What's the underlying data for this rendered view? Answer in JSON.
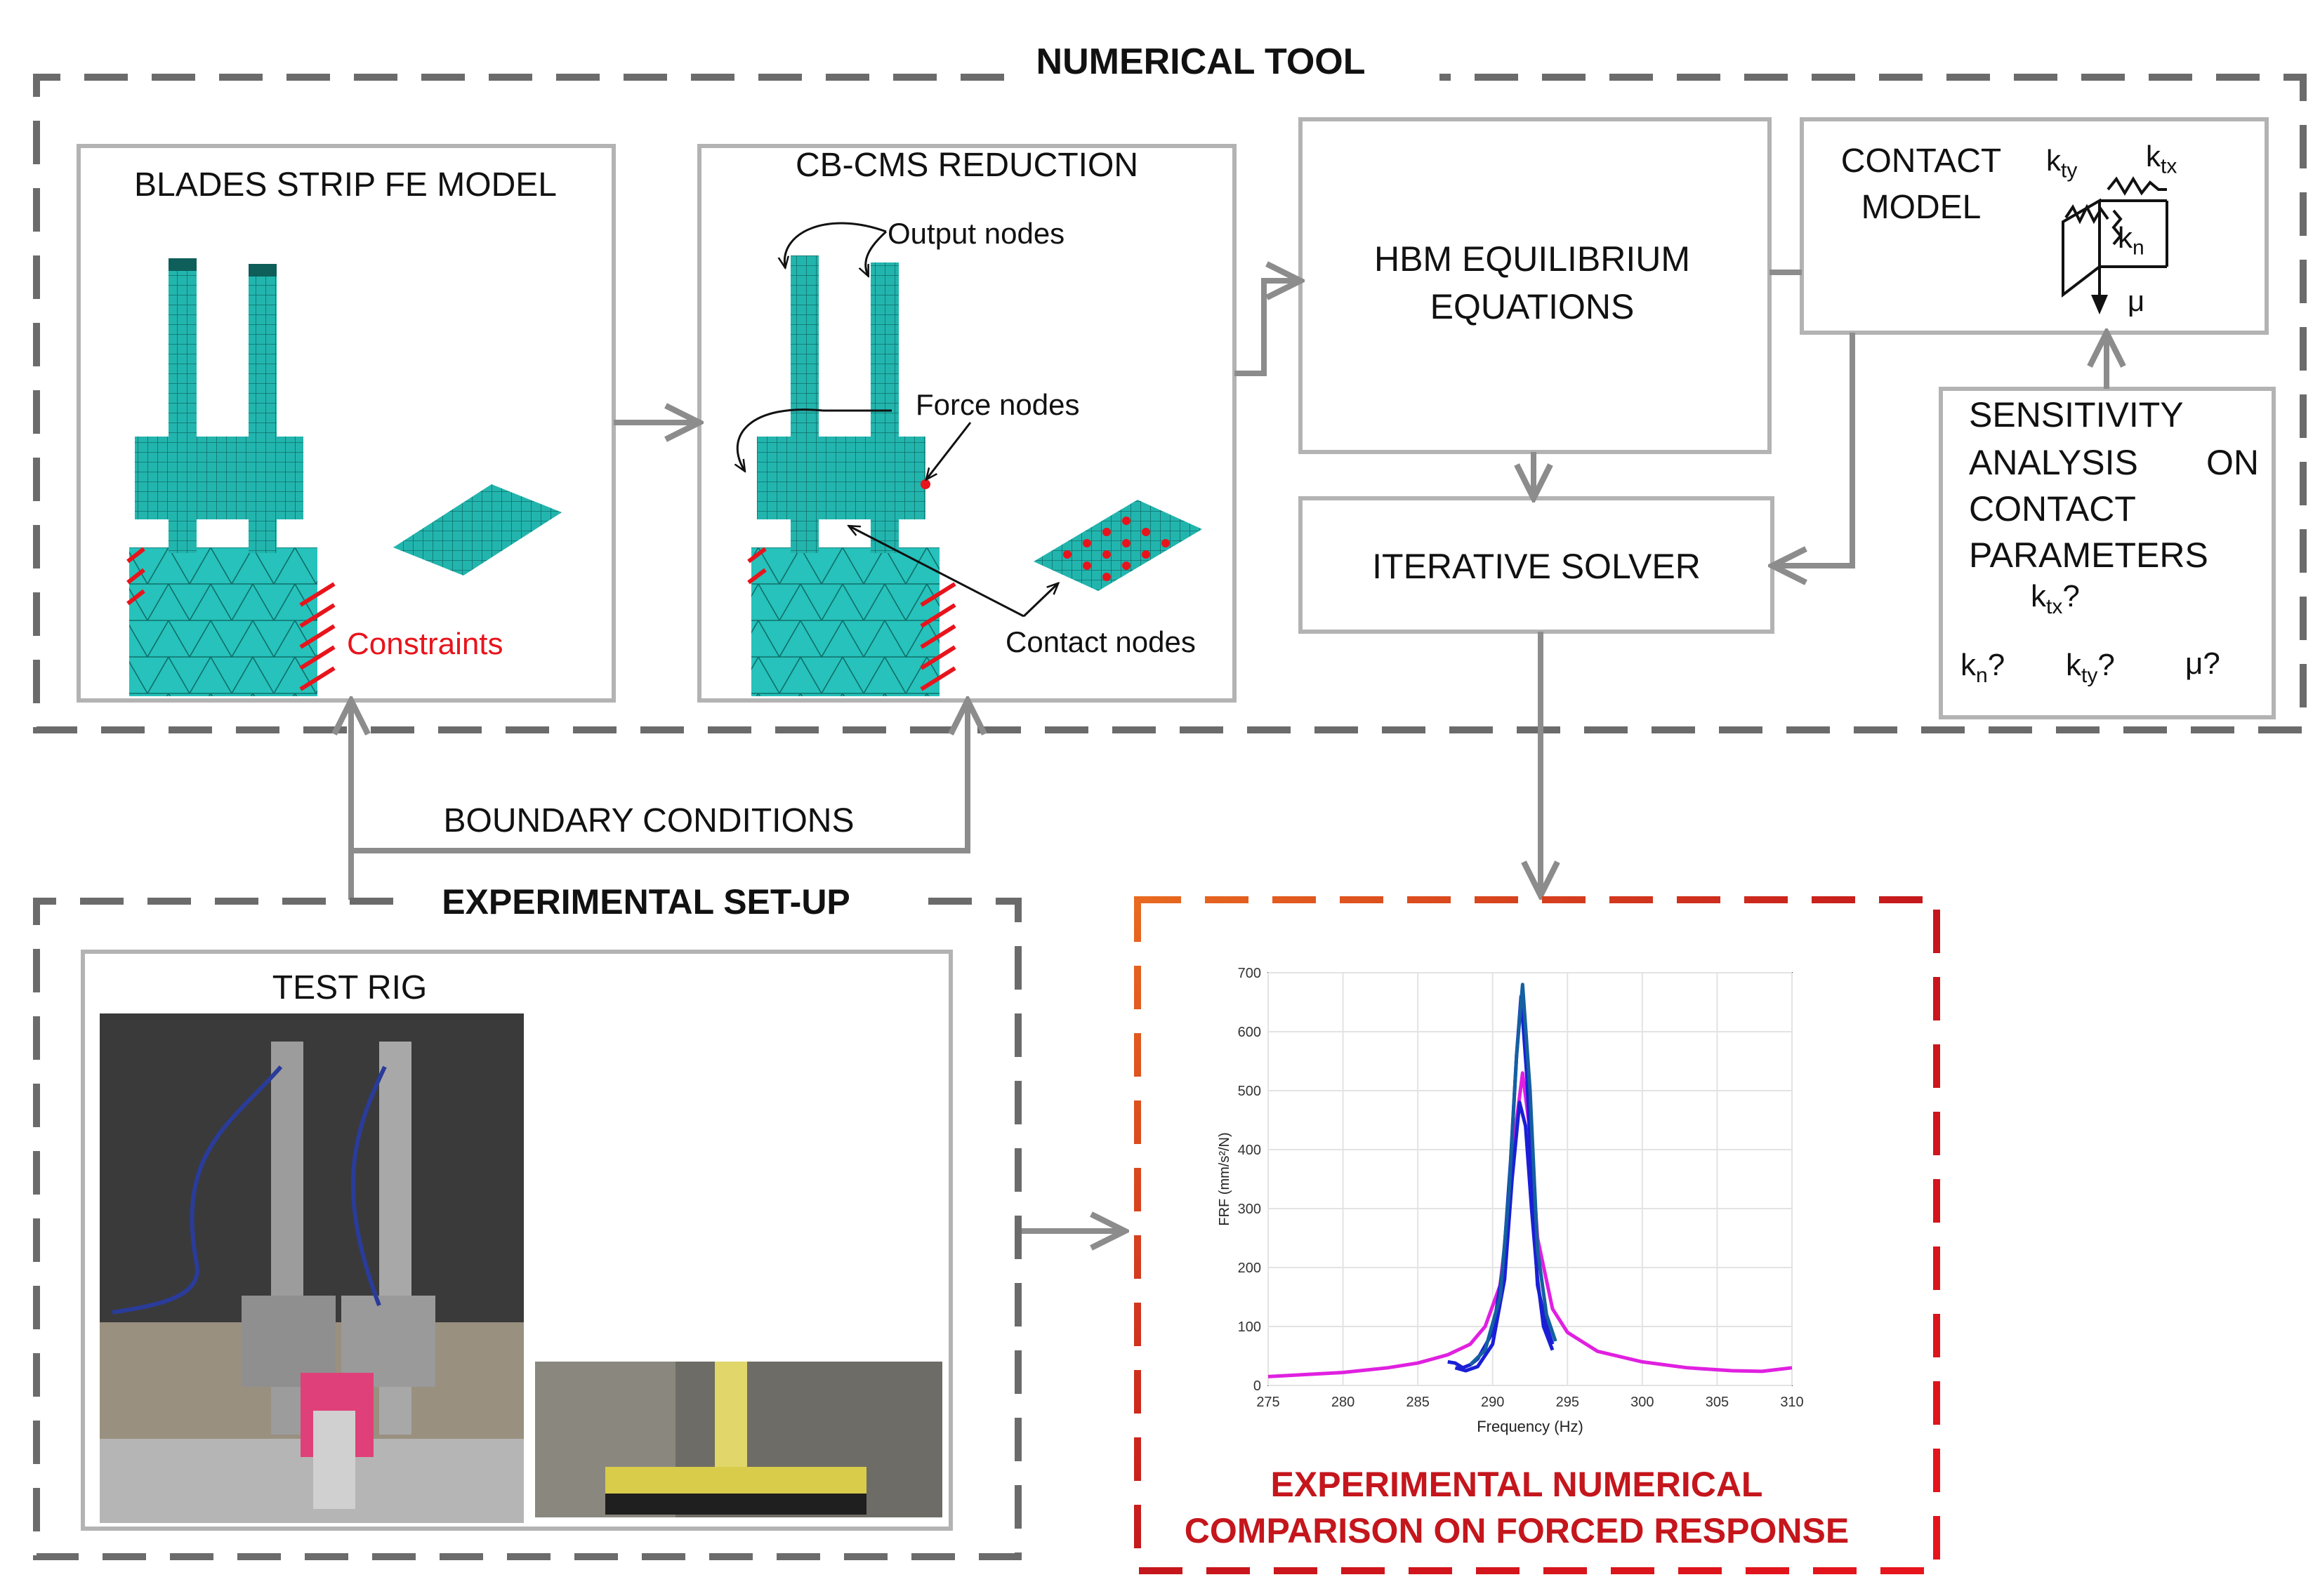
{
  "numerical_tool": {
    "title": "NUMERICAL TOOL"
  },
  "fe_model": {
    "title": "BLADES STRIP FE MODEL",
    "constraints_label": "Constraints"
  },
  "cbcms": {
    "title": "CB-CMS REDUCTION",
    "output_nodes": "Output nodes",
    "force_nodes": "Force nodes",
    "contact_nodes": "Contact nodes"
  },
  "hbm": {
    "line1": "HBM EQUILIBRIUM",
    "line2": "EQUATIONS"
  },
  "contact_model": {
    "line1": "CONTACT",
    "line2": "MODEL",
    "kty": "k",
    "kty_sub": "ty",
    "ktx": "k",
    "ktx_sub": "tx",
    "kn": "k",
    "kn_sub": "n",
    "mu": "μ"
  },
  "solver": {
    "label": "ITERATIVE SOLVER"
  },
  "sensitivity": {
    "line1": "SENSITIVITY",
    "line2a": "ANALYSIS",
    "line2b": "ON",
    "line3": "CONTACT",
    "line4": "PARAMETERS",
    "q_ktx": "k",
    "q_ktx_sub": "tx",
    "q_kn": "k",
    "q_kn_sub": "n",
    "q_kty": "k",
    "q_kty_sub": "ty",
    "q_mu": "μ",
    "q": "?"
  },
  "boundary": {
    "label": "BOUNDARY CONDITIONS"
  },
  "experimental": {
    "title": "EXPERIMENTAL SET-UP",
    "test_rig": "TEST RIG"
  },
  "comparison": {
    "line1": "EXPERIMENTAL NUMERICAL",
    "line2": "COMPARISON ON FORCED RESPONSE"
  },
  "colors": {
    "box_border": "#b3b3b3",
    "dash_gray": "#6b6b6b",
    "mesh": "#20b3ad",
    "constraint_red": "#e8141c",
    "comparison_red": "#c4161c",
    "series_blue": "#1a1fd6",
    "series_magenta": "#e020e0"
  },
  "chart_data": {
    "type": "line",
    "xlabel": "Frequency (Hz)",
    "ylabel": "FRF (mm/s²/N)",
    "xlim": [
      275,
      310
    ],
    "ylim": [
      0,
      700
    ],
    "xticks": [
      275,
      280,
      285,
      290,
      295,
      300,
      305,
      310
    ],
    "yticks": [
      0,
      100,
      200,
      300,
      400,
      500,
      600,
      700
    ],
    "grid": true,
    "series": [
      {
        "color": "#e020e0",
        "x": [
          275,
          280,
          283,
          285,
          287,
          288.5,
          289.5,
          290.5,
          291,
          291.5,
          292,
          292.5,
          293,
          294,
          295,
          297,
          300,
          303,
          306,
          308,
          310
        ],
        "y": [
          15,
          22,
          30,
          38,
          52,
          70,
          100,
          170,
          280,
          430,
          530,
          430,
          250,
          130,
          90,
          58,
          40,
          30,
          25,
          24,
          30
        ]
      },
      {
        "color": "#1a1fd6",
        "x": [
          287,
          287.5,
          288,
          288.5,
          289,
          290,
          290.7,
          291.2,
          291.6,
          291.9,
          292.3,
          292.7,
          293,
          293.5,
          294
        ],
        "y": [
          40,
          38,
          30,
          35,
          45,
          90,
          200,
          380,
          560,
          660,
          520,
          300,
          170,
          110,
          70
        ]
      },
      {
        "color": "#1a1fd6",
        "x": [
          287.5,
          288.2,
          289,
          290,
          290.8,
          291.3,
          291.8,
          292.2,
          292.6,
          293,
          293.4,
          294
        ],
        "y": [
          30,
          25,
          32,
          70,
          180,
          350,
          480,
          440,
          300,
          180,
          100,
          60
        ]
      },
      {
        "color": "#1460a0",
        "x": [
          288.5,
          289.5,
          290.5,
          291.1,
          291.6,
          292,
          292.5,
          293,
          293.6,
          294.2
        ],
        "y": [
          35,
          60,
          150,
          330,
          560,
          680,
          500,
          230,
          120,
          75
        ]
      }
    ]
  }
}
